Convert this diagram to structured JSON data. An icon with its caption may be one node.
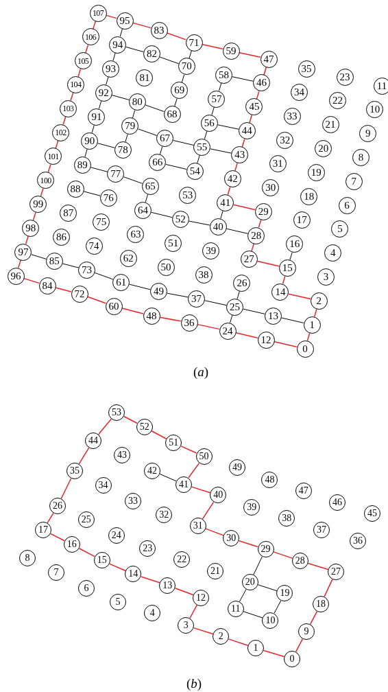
{
  "diagram": {
    "nodes": [
      {
        "text": [
          "0"
        ]
      },
      {
        "text": [
          "1"
        ]
      },
      {
        "text": [
          "2"
        ]
      },
      {
        "text": [
          "3"
        ]
      },
      {
        "text": [
          "4"
        ]
      },
      {
        "text": [
          "5"
        ]
      },
      {
        "text": [
          "6"
        ]
      },
      {
        "text": [
          "7"
        ]
      },
      {
        "text": [
          "8"
        ]
      },
      {
        "text": [
          "9"
        ]
      },
      {
        "text": [
          "10"
        ]
      },
      {
        "text": [
          "11"
        ]
      },
      {
        "text": [
          "12"
        ]
      },
      {
        "text": [
          "13"
        ]
      },
      {
        "text": [
          "14"
        ]
      },
      {
        "text": [
          "15"
        ]
      },
      {
        "text": [
          "16"
        ]
      },
      {
        "text": [
          "17"
        ]
      },
      {
        "text": [
          "18"
        ]
      },
      {
        "text": [
          "19"
        ]
      },
      {
        "text": [
          "20"
        ]
      },
      {
        "text": [
          "21"
        ]
      },
      {
        "text": [
          "22"
        ]
      },
      {
        "text": [
          "23"
        ]
      },
      {
        "text": [
          "24"
        ]
      },
      {
        "text": [
          "25"
        ]
      },
      {
        "text": [
          "26"
        ]
      },
      {
        "text": [
          "27"
        ]
      },
      {
        "text": [
          "28"
        ]
      },
      {
        "text": [
          "29"
        ]
      },
      {
        "text": [
          "30"
        ]
      },
      {
        "text": [
          "31"
        ]
      },
      {
        "text": [
          "32"
        ]
      },
      {
        "text": [
          "33"
        ]
      },
      {
        "text": [
          "34"
        ]
      },
      {
        "text": [
          "35"
        ]
      },
      {
        "text": [
          "36"
        ]
      },
      {
        "text": [
          "37"
        ]
      },
      {
        "text": [
          "38"
        ]
      },
      {
        "text": [
          "39"
        ]
      },
      {
        "text": [
          "40"
        ]
      },
      {
        "text": [
          "41"
        ]
      },
      {
        "text": [
          "42"
        ]
      },
      {
        "text": [
          "43"
        ]
      },
      {
        "text": [
          "44"
        ]
      },
      {
        "text": [
          "45"
        ]
      },
      {
        "text": [
          "46"
        ]
      },
      {
        "text": [
          "47"
        ]
      },
      {
        "text": [
          "48"
        ]
      },
      {
        "text": [
          "49"
        ]
      },
      {
        "text": [
          "50"
        ]
      },
      {
        "text": [
          "51"
        ]
      },
      {
        "text": [
          "52"
        ]
      },
      {
        "text": [
          "53"
        ]
      },
      {
        "text": [
          "54"
        ]
      },
      {
        "text": [
          "55"
        ]
      },
      {
        "text": [
          "56"
        ]
      },
      {
        "text": [
          "57"
        ]
      },
      {
        "text": [
          "58"
        ]
      },
      {
        "text": [
          "59"
        ]
      },
      {
        "text": [
          "60"
        ]
      },
      {
        "text": [
          "61"
        ]
      },
      {
        "text": [
          "62"
        ]
      },
      {
        "text": [
          "63"
        ]
      },
      {
        "text": [
          "64"
        ]
      },
      {
        "text": [
          "65"
        ]
      },
      {
        "text": [
          "66"
        ]
      },
      {
        "text": [
          "67"
        ]
      },
      {
        "text": [
          "68"
        ]
      },
      {
        "text": [
          "69"
        ]
      },
      {
        "text": [
          "70"
        ]
      },
      {
        "text": [
          "71"
        ]
      },
      {
        "text": [
          "72"
        ]
      },
      {
        "text": [
          "73"
        ]
      },
      {
        "text": [
          "74"
        ]
      },
      {
        "text": [
          "75"
        ]
      },
      {
        "text": [
          "76"
        ]
      },
      {
        "text": [
          "77"
        ]
      },
      {
        "text": [
          "78"
        ]
      },
      {
        "text": [
          "79"
        ]
      },
      {
        "text": [
          "80"
        ]
      },
      {
        "text": [
          "81"
        ]
      },
      {
        "text": [
          "82"
        ]
      },
      {
        "text": [
          "83"
        ]
      },
      {
        "text": [
          "84"
        ]
      },
      {
        "text": [
          "85"
        ]
      },
      {
        "text": [
          "86"
        ]
      },
      {
        "text": [
          "87"
        ]
      },
      {
        "text": [
          "88"
        ]
      },
      {
        "text": [
          "89"
        ]
      },
      {
        "text": [
          "90"
        ]
      },
      {
        "text": [
          "91"
        ]
      },
      {
        "text": [
          "92"
        ]
      },
      {
        "text": [
          "93"
        ]
      },
      {
        "text": [
          "94"
        ]
      },
      {
        "text": [
          "95"
        ]
      },
      {
        "text": [
          "96"
        ]
      },
      {
        "text": [
          "97"
        ]
      },
      {
        "text": [
          "98"
        ]
      },
      {
        "text": [
          "99"
        ]
      },
      {
        "text": [
          "100"
        ]
      },
      {
        "text": [
          "101"
        ]
      },
      {
        "text": [
          "102"
        ]
      },
      {
        "text": [
          "103"
        ]
      },
      {
        "text": [
          "104"
        ]
      },
      {
        "text": [
          "105"
        ]
      },
      {
        "text": [
          "106"
        ]
      },
      {
        "text": [
          "107"
        ]
      },
      {
        "text": [
          "0"
        ]
      },
      {
        "text": [
          "1"
        ]
      },
      {
        "text": [
          "2"
        ]
      },
      {
        "text": [
          "3"
        ]
      },
      {
        "text": [
          "4"
        ]
      },
      {
        "text": [
          "5"
        ]
      },
      {
        "text": [
          "6"
        ]
      },
      {
        "text": [
          "7"
        ]
      },
      {
        "text": [
          "8"
        ]
      },
      {
        "text": [
          "9"
        ]
      },
      {
        "text": [
          "10"
        ]
      },
      {
        "text": [
          "11"
        ]
      },
      {
        "text": [
          "12"
        ]
      },
      {
        "text": [
          "13"
        ]
      },
      {
        "text": [
          "14"
        ]
      },
      {
        "text": [
          "15"
        ]
      },
      {
        "text": [
          "16"
        ]
      },
      {
        "text": [
          "17"
        ]
      },
      {
        "text": [
          "18"
        ]
      },
      {
        "text": [
          "19"
        ]
      },
      {
        "text": [
          "20"
        ]
      },
      {
        "text": [
          "21"
        ]
      },
      {
        "text": [
          "22"
        ]
      },
      {
        "text": [
          "23"
        ]
      },
      {
        "text": [
          "24"
        ]
      },
      {
        "text": [
          "25"
        ]
      },
      {
        "text": [
          "26"
        ]
      },
      {
        "text": [
          "27"
        ]
      },
      {
        "text": [
          "28"
        ]
      },
      {
        "text": [
          "29"
        ]
      },
      {
        "text": [
          "30"
        ]
      },
      {
        "text": [
          "31"
        ]
      },
      {
        "text": [
          "32"
        ]
      },
      {
        "text": [
          "33"
        ]
      },
      {
        "text": [
          "34"
        ]
      },
      {
        "text": [
          "35"
        ]
      },
      {
        "text": [
          "36"
        ]
      },
      {
        "text": [
          "37"
        ]
      },
      {
        "text": [
          "38"
        ]
      },
      {
        "text": [
          "39"
        ]
      },
      {
        "text": [
          "40"
        ]
      },
      {
        "text": [
          "41"
        ]
      },
      {
        "text": [
          "42"
        ]
      },
      {
        "text": [
          "43"
        ]
      },
      {
        "text": [
          "44"
        ]
      },
      {
        "text": [
          "45"
        ]
      },
      {
        "text": [
          "46"
        ]
      },
      {
        "text": [
          "47"
        ]
      },
      {
        "text": [
          "48"
        ]
      },
      {
        "text": [
          "49"
        ]
      },
      {
        "text": [
          "50"
        ]
      },
      {
        "text": [
          "51"
        ]
      },
      {
        "text": [
          "52"
        ]
      },
      {
        "text": [
          "53"
        ]
      }
    ],
    "edges": [
      {
        "from": 107,
        "to": 106,
        "arrow": "none"
      },
      {
        "from": 106,
        "to": 105,
        "arrow": "none"
      },
      {
        "from": 105,
        "to": 104,
        "arrow": "none"
      },
      {
        "from": 104,
        "to": 103,
        "arrow": "none"
      },
      {
        "from": 103,
        "to": 102,
        "arrow": "none"
      },
      {
        "from": 102,
        "to": 101,
        "arrow": "none"
      },
      {
        "from": 101,
        "to": 100,
        "arrow": "none"
      },
      {
        "from": 100,
        "to": 99,
        "arrow": "none"
      },
      {
        "from": 99,
        "to": 98,
        "arrow": "none"
      },
      {
        "from": 98,
        "to": 97,
        "arrow": "none"
      },
      {
        "from": 97,
        "to": 96,
        "arrow": "none"
      },
      {
        "from": 96,
        "to": 84,
        "arrow": "none"
      },
      {
        "from": 84,
        "to": 72,
        "arrow": "none"
      },
      {
        "from": 72,
        "to": 60,
        "arrow": "none"
      },
      {
        "from": 60,
        "to": 48,
        "arrow": "none"
      },
      {
        "from": 48,
        "to": 36,
        "arrow": "none"
      },
      {
        "from": 36,
        "to": 24,
        "arrow": "none"
      },
      {
        "from": 24,
        "to": 12,
        "arrow": "none"
      },
      {
        "from": 12,
        "to": 0,
        "arrow": "none"
      },
      {
        "from": 0,
        "to": 1,
        "arrow": "none"
      },
      {
        "from": 1,
        "to": 2,
        "arrow": "none"
      },
      {
        "from": 2,
        "to": 14,
        "arrow": "none"
      },
      {
        "from": 14,
        "to": 15,
        "arrow": "none"
      },
      {
        "from": 15,
        "to": 27,
        "arrow": "none"
      },
      {
        "from": 27,
        "to": 28,
        "arrow": "none"
      },
      {
        "from": 28,
        "to": 29,
        "arrow": "none"
      },
      {
        "from": 29,
        "to": 41,
        "arrow": "none"
      },
      {
        "from": 41,
        "to": 42,
        "arrow": "none"
      },
      {
        "from": 42,
        "to": 43,
        "arrow": "none"
      },
      {
        "from": 43,
        "to": 44,
        "arrow": "none"
      },
      {
        "from": 44,
        "to": 45,
        "arrow": "none"
      },
      {
        "from": 45,
        "to": 46,
        "arrow": "none"
      },
      {
        "from": 46,
        "to": 47,
        "arrow": "none"
      },
      {
        "from": 47,
        "to": 59,
        "arrow": "none"
      },
      {
        "from": 59,
        "to": 71,
        "arrow": "none"
      },
      {
        "from": 71,
        "to": 83,
        "arrow": "none"
      },
      {
        "from": 83,
        "to": 95,
        "arrow": "none"
      },
      {
        "from": 95,
        "to": 107,
        "arrow": "none"
      },
      {
        "from": 95,
        "to": 94,
        "arrow": "none",
        "color": "#000000"
      },
      {
        "from": 94,
        "to": 93,
        "arrow": "none",
        "color": "#000000"
      },
      {
        "from": 93,
        "to": 92,
        "arrow": "none",
        "color": "#000000"
      },
      {
        "from": 92,
        "to": 91,
        "arrow": "none",
        "color": "#000000"
      },
      {
        "from": 91,
        "to": 90,
        "arrow": "none",
        "color": "#000000"
      },
      {
        "from": 90,
        "to": 89,
        "arrow": "none",
        "color": "#000000"
      },
      {
        "from": 94,
        "to": 82,
        "arrow": "none",
        "color": "#000000"
      },
      {
        "from": 82,
        "to": 70,
        "arrow": "none",
        "color": "#000000"
      },
      {
        "from": 70,
        "to": 71,
        "arrow": "none",
        "color": "#000000"
      },
      {
        "from": 70,
        "to": 69,
        "arrow": "none",
        "color": "#000000"
      },
      {
        "from": 69,
        "to": 68,
        "arrow": "none",
        "color": "#000000"
      },
      {
        "from": 68,
        "to": 80,
        "arrow": "none",
        "color": "#000000"
      },
      {
        "from": 80,
        "to": 92,
        "arrow": "none",
        "color": "#000000"
      },
      {
        "from": 80,
        "to": 79,
        "arrow": "none",
        "color": "#000000"
      },
      {
        "from": 79,
        "to": 78,
        "arrow": "none",
        "color": "#000000"
      },
      {
        "from": 78,
        "to": 90,
        "arrow": "none",
        "color": "#000000"
      },
      {
        "from": 79,
        "to": 67,
        "arrow": "none",
        "color": "#000000"
      },
      {
        "from": 67,
        "to": 66,
        "arrow": "none",
        "color": "#000000"
      },
      {
        "from": 67,
        "to": 55,
        "arrow": "none",
        "color": "#000000"
      },
      {
        "from": 66,
        "to": 54,
        "arrow": "none",
        "color": "#000000"
      },
      {
        "from": 55,
        "to": 54,
        "arrow": "none",
        "color": "#000000"
      },
      {
        "from": 55,
        "to": 43,
        "arrow": "none",
        "color": "#000000"
      },
      {
        "from": 55,
        "to": 56,
        "arrow": "none",
        "color": "#000000"
      },
      {
        "from": 56,
        "to": 57,
        "arrow": "none",
        "color": "#000000"
      },
      {
        "from": 57,
        "to": 58,
        "arrow": "none",
        "color": "#000000"
      },
      {
        "from": 58,
        "to": 46,
        "arrow": "none",
        "color": "#000000"
      },
      {
        "from": 56,
        "to": 44,
        "arrow": "none",
        "color": "#000000"
      },
      {
        "from": 89,
        "to": 77,
        "arrow": "none",
        "color": "#000000"
      },
      {
        "from": 77,
        "to": 65,
        "arrow": "none",
        "color": "#000000"
      },
      {
        "from": 65,
        "to": 64,
        "arrow": "none",
        "color": "#000000"
      },
      {
        "from": 88,
        "to": 76,
        "arrow": "none",
        "color": "#000000"
      },
      {
        "from": 64,
        "to": 52,
        "arrow": "none",
        "color": "#000000"
      },
      {
        "from": 52,
        "to": 40,
        "arrow": "none",
        "color": "#000000"
      },
      {
        "from": 40,
        "to": 41,
        "arrow": "none",
        "color": "#000000"
      },
      {
        "from": 40,
        "to": 28,
        "arrow": "none",
        "color": "#000000"
      },
      {
        "from": 97,
        "to": 85,
        "arrow": "none",
        "color": "#000000"
      },
      {
        "from": 85,
        "to": 73,
        "arrow": "none",
        "color": "#000000"
      },
      {
        "from": 73,
        "to": 61,
        "arrow": "none",
        "color": "#000000"
      },
      {
        "from": 61,
        "to": 49,
        "arrow": "none",
        "color": "#000000"
      },
      {
        "from": 49,
        "to": 37,
        "arrow": "none",
        "color": "#000000"
      },
      {
        "from": 37,
        "to": 25,
        "arrow": "none",
        "color": "#000000"
      },
      {
        "from": 25,
        "to": 13,
        "arrow": "none",
        "color": "#000000"
      },
      {
        "from": 13,
        "to": 1,
        "arrow": "none",
        "color": "#000000"
      },
      {
        "from": 25,
        "to": 26,
        "arrow": "none",
        "color": "#000000"
      },
      {
        "from": 25,
        "to": 24,
        "arrow": "none",
        "color": "#000000"
      },
      {
        "from": 15,
        "to": 16,
        "arrow": "none",
        "color": "#000000"
      },
      {
        "from": 161,
        "to": 160,
        "arrow": "none"
      },
      {
        "from": 160,
        "to": 159,
        "arrow": "none"
      },
      {
        "from": 159,
        "to": 158,
        "arrow": "none"
      },
      {
        "from": 158,
        "to": 149,
        "arrow": "none"
      },
      {
        "from": 149,
        "to": 148,
        "arrow": "none"
      },
      {
        "from": 148,
        "to": 139,
        "arrow": "none"
      },
      {
        "from": 139,
        "to": 138,
        "arrow": "none"
      },
      {
        "from": 138,
        "to": 137,
        "arrow": "none"
      },
      {
        "from": 137,
        "to": 136,
        "arrow": "none"
      },
      {
        "from": 136,
        "to": 135,
        "arrow": "none"
      },
      {
        "from": 135,
        "to": 126,
        "arrow": "none"
      },
      {
        "from": 126,
        "to": 117,
        "arrow": "none"
      },
      {
        "from": 117,
        "to": 108,
        "arrow": "none"
      },
      {
        "from": 108,
        "to": 109,
        "arrow": "none"
      },
      {
        "from": 109,
        "to": 110,
        "arrow": "none"
      },
      {
        "from": 110,
        "to": 111,
        "arrow": "none"
      },
      {
        "from": 111,
        "to": 120,
        "arrow": "none"
      },
      {
        "from": 120,
        "to": 121,
        "arrow": "none"
      },
      {
        "from": 121,
        "to": 122,
        "arrow": "none"
      },
      {
        "from": 122,
        "to": 123,
        "arrow": "none"
      },
      {
        "from": 123,
        "to": 124,
        "arrow": "none"
      },
      {
        "from": 124,
        "to": 125,
        "arrow": "none"
      },
      {
        "from": 125,
        "to": 134,
        "arrow": "none"
      },
      {
        "from": 134,
        "to": 143,
        "arrow": "none"
      },
      {
        "from": 143,
        "to": 152,
        "arrow": "none"
      },
      {
        "from": 152,
        "to": 161,
        "arrow": "none"
      },
      {
        "from": 150,
        "to": 149,
        "arrow": "none",
        "color": "#000000"
      },
      {
        "from": 137,
        "to": 128,
        "arrow": "none",
        "color": "#000000"
      },
      {
        "from": 128,
        "to": 127,
        "arrow": "none",
        "color": "#000000"
      },
      {
        "from": 128,
        "to": 119,
        "arrow": "none",
        "color": "#000000"
      },
      {
        "from": 119,
        "to": 118,
        "arrow": "none",
        "color": "#000000"
      },
      {
        "from": 118,
        "to": 127,
        "arrow": "none",
        "color": "#000000"
      }
    ],
    "labels": [
      "(*a*)",
      "(*b*)"
    ]
  }
}
